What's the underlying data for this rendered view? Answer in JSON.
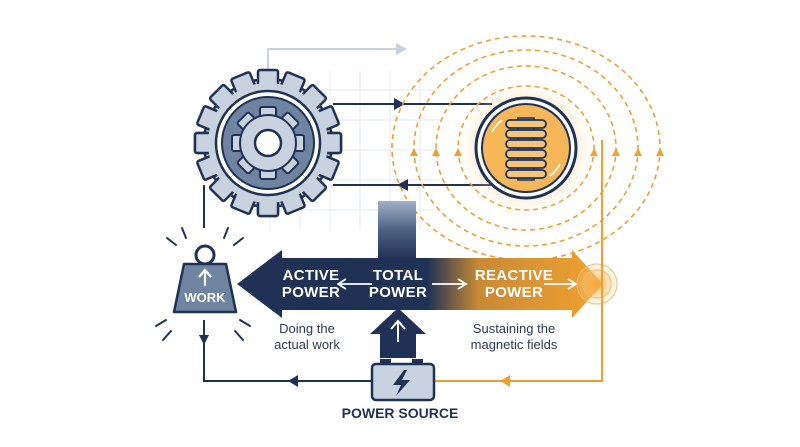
{
  "labels": {
    "work": "WORK",
    "active_power": [
      "ACTIVE",
      "POWER"
    ],
    "total_power": [
      "TOTAL",
      "POWER"
    ],
    "reactive_power": [
      "REACTIVE",
      "POWER"
    ],
    "active_desc": [
      "Doing the",
      "actual work"
    ],
    "reactive_desc": [
      "Sustaining the",
      "magnetic fields"
    ],
    "power_source": "POWER SOURCE"
  },
  "icons": [
    "gear-icon",
    "coil-icon",
    "weight-icon",
    "battery-icon",
    "lightning-icon"
  ],
  "colors": {
    "navy": "#1f3256",
    "orange": "#f0a030",
    "orange_light": "#f8c77a",
    "gray_light": "#c9d3df",
    "steel": "#8ea0b8",
    "steel_dark": "#6f84a1"
  }
}
